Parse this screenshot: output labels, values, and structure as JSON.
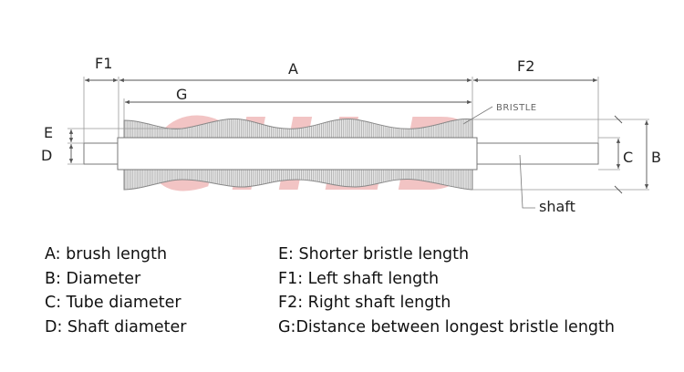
{
  "watermark": {
    "text": "CHLB",
    "color": "#f2c4c4"
  },
  "diagram": {
    "dimension_labels": {
      "F1": "F1",
      "A": "A",
      "F2": "F2",
      "G": "G",
      "E": "E",
      "D": "D",
      "C": "C",
      "B": "B"
    },
    "bristle_label": "BRISTLE",
    "shaft_label": "shaft"
  },
  "legend": {
    "left": [
      "A: brush length",
      "B: Diameter",
      "C: Tube diameter",
      "D: Shaft diameter"
    ],
    "right": [
      "E: Shorter bristle length",
      "F1: Left shaft length",
      "F2: Right shaft length",
      "G:Distance between longest bristle length"
    ]
  }
}
